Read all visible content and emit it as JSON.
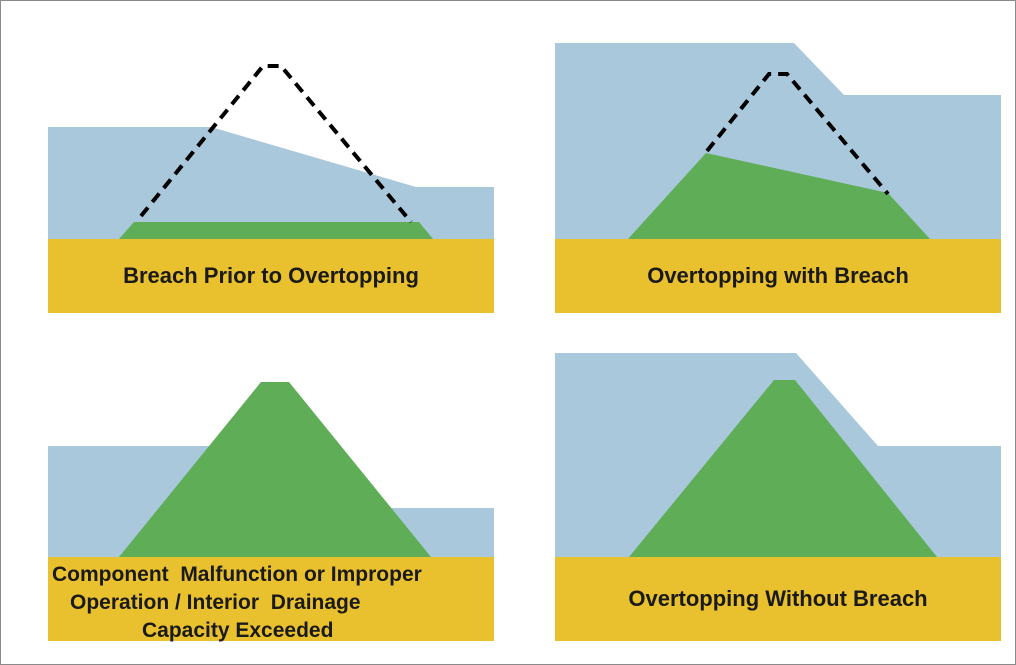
{
  "colors": {
    "water": "#a9c8dc",
    "embankment": "#5fae57",
    "ground": "#e9c02d",
    "outline": "#000000",
    "border": "#8a8a8a",
    "text": "#1a1a1a"
  },
  "panels": [
    {
      "id": "breach-prior",
      "label": "Breach Prior to Overtopping"
    },
    {
      "id": "overtopping-breach",
      "label": "Overtopping with Breach"
    },
    {
      "id": "component-malfunction",
      "label_lines": [
        "Component  Malfunction or Improper",
        "Operation / Interior  Drainage",
        "Capacity Exceeded"
      ]
    },
    {
      "id": "overtopping-without-breach",
      "label": "Overtopping Without Breach"
    }
  ]
}
